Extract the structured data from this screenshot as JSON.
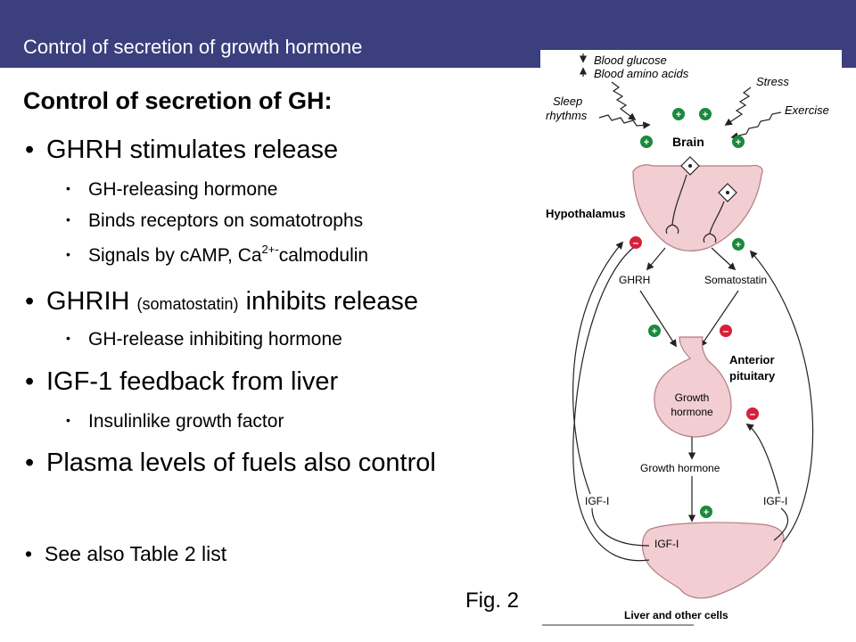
{
  "slide": {
    "header_title": "Control of secretion of growth hormone",
    "heading": "Control of secretion of GH:",
    "bullet1": "GHRH stimulates release",
    "bullet1_sub1": "GH-releasing hormone",
    "bullet1_sub2": "Binds receptors on somatotrophs",
    "bullet1_sub3_a": "Signals by cAMP, Ca",
    "bullet1_sub3_sup": "2+-",
    "bullet1_sub3_b": "calmodulin",
    "bullet2_a": "GHRIH ",
    "bullet2_small": "(somatostatin)",
    "bullet2_b": " inhibits release",
    "bullet2_sub1": "GH-release inhibiting hormone",
    "bullet3": "IGF-1 feedback from liver",
    "bullet3_sub1": "Insulinlike growth factor",
    "bullet4": "Plasma levels of fuels also control",
    "bullet5": "See also Table 2 list",
    "fig_label": "Fig. 2"
  },
  "diagram": {
    "input_glucose": "Blood glucose",
    "input_amino": "Blood amino acids",
    "input_stress": "Stress",
    "input_sleep_1": "Sleep",
    "input_sleep_2": "rhythms",
    "input_exercise": "Exercise",
    "brain": "Brain",
    "hypothalamus": "Hypothalamus",
    "ghrh": "GHRH",
    "somatostatin": "Somatostatin",
    "anterior_1": "Anterior",
    "anterior_2": "pituitary",
    "gh_in_1": "Growth",
    "gh_in_2": "hormone",
    "gh_out": "Growth hormone",
    "igf_left": "IGF-I",
    "igf_right": "IGF-I",
    "igf_liver": "IGF-I",
    "liver": "Liver and other cells",
    "plus": "+",
    "minus": "–",
    "colors": {
      "plus": "#1a8a3c",
      "minus": "#d6203a",
      "tissue": "#f2cdd2",
      "tissue_stroke": "#b07e86",
      "slide_header": "#3b3f7d"
    }
  }
}
